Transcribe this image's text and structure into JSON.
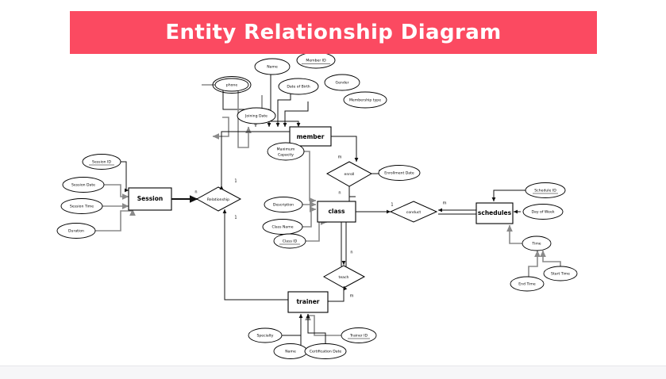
{
  "header": {
    "title": "Entity Relationship Diagram",
    "banner_color": "#fb4a61",
    "title_color": "#ffffff"
  },
  "chart_data": {
    "type": "diagram",
    "diagram_type": "entity-relationship",
    "title": "Entity Relationship Diagram",
    "entities": [
      {
        "name": "member",
        "attributes": [
          {
            "label": "Name",
            "key": false,
            "multivalued": false
          },
          {
            "label": "Member ID",
            "key": true,
            "multivalued": false
          },
          {
            "label": "phone",
            "key": false,
            "multivalued": true
          },
          {
            "label": "Date of Birth",
            "key": false,
            "multivalued": false
          },
          {
            "label": "Gender",
            "key": false,
            "multivalued": false
          },
          {
            "label": "Membership type",
            "key": false,
            "multivalued": false
          },
          {
            "label": "Joining Date",
            "key": false,
            "multivalued": false
          }
        ]
      },
      {
        "name": "Session",
        "attributes": [
          {
            "label": "Session ID",
            "key": true,
            "multivalued": false
          },
          {
            "label": "Session Date",
            "key": false,
            "multivalued": false
          },
          {
            "label": "Session Time",
            "key": false,
            "multivalued": false
          },
          {
            "label": "Duration",
            "key": false,
            "multivalued": false
          }
        ]
      },
      {
        "name": "class",
        "attributes": [
          {
            "label": "Maximum Capacity",
            "key": false,
            "multivalued": false
          },
          {
            "label": "Description",
            "key": false,
            "multivalued": false
          },
          {
            "label": "Class Name",
            "key": false,
            "multivalued": false
          },
          {
            "label": "Class ID",
            "key": true,
            "multivalued": false
          }
        ]
      },
      {
        "name": "schedules",
        "attributes": [
          {
            "label": "Schedule ID",
            "key": true,
            "multivalued": false
          },
          {
            "label": "Day of Week",
            "key": false,
            "multivalued": false
          },
          {
            "label": "Time",
            "key": false,
            "multivalued": false,
            "composite_of": [
              "End Time",
              "Start Time"
            ]
          }
        ]
      },
      {
        "name": "trainer",
        "attributes": [
          {
            "label": "Specialty",
            "key": false,
            "multivalued": false
          },
          {
            "label": "Name",
            "key": false,
            "multivalued": false
          },
          {
            "label": "Certification Date",
            "key": false,
            "multivalued": false
          },
          {
            "label": "Trainer ID",
            "key": true,
            "multivalued": false
          }
        ]
      }
    ],
    "relationships": [
      {
        "name": "enroll",
        "from": "member",
        "to": "class",
        "from_cardinality": "m",
        "to_cardinality": "n",
        "attributes": [
          "Enrollment Date"
        ]
      },
      {
        "name": "Relationship",
        "from": "Session",
        "to": "member",
        "from_cardinality": "n",
        "to_cardinality": "1",
        "extra_cardinality": "1",
        "attributes": []
      },
      {
        "name": "conduct",
        "from": "class",
        "to": "schedules",
        "from_cardinality": "1",
        "to_cardinality": "m",
        "attributes": []
      },
      {
        "name": "teach",
        "from": "class",
        "to": "trainer",
        "from_cardinality": "n",
        "to_cardinality": "m",
        "attributes": []
      }
    ],
    "composite_attributes": [
      {
        "parent": "Time",
        "children": [
          "End Time",
          "Start Time"
        ]
      }
    ],
    "cardinality_labels": [
      "m",
      "n",
      "1"
    ]
  },
  "nodes": {
    "entities": {
      "member": "member",
      "session": "Session",
      "class": "class",
      "schedules": "schedules",
      "trainer": "trainer"
    },
    "relationships": {
      "enroll": "enroll",
      "relationship": "Relationship",
      "conduct": "conduct",
      "teach": "teach"
    },
    "attributes": {
      "name_member": "Name",
      "member_id": "Member ID",
      "phone": "phone",
      "date_of_birth": "Date of Birth",
      "gender": "Gender",
      "membership_type": "Membership type",
      "joining_date": "Joining Date",
      "session_id": "Session ID",
      "session_date": "Session Date",
      "session_time": "Session Time",
      "duration": "Duration",
      "max_capacity_l1": "Maximum",
      "max_capacity_l2": "Capacity",
      "description": "Description",
      "class_name": "Class Name",
      "class_id": "Class ID",
      "enrollment_date": "Enrollment Date",
      "schedule_id": "Schedule ID",
      "day_of_week": "Day of Week",
      "time": "Time",
      "end_time": "End Time",
      "start_time": "Start Time",
      "specialty": "Specialty",
      "name_trainer": "Name",
      "certification_date": "Certification Date",
      "trainer_id": "Trainer ID"
    },
    "cardinalities": {
      "enroll_top": "m",
      "enroll_bottom": "n",
      "rel_top": "1",
      "rel_left": "n",
      "rel_bottom": "1",
      "conduct_left": "1",
      "conduct_right": "m",
      "teach_top": "n",
      "teach_bottom": "m"
    }
  }
}
